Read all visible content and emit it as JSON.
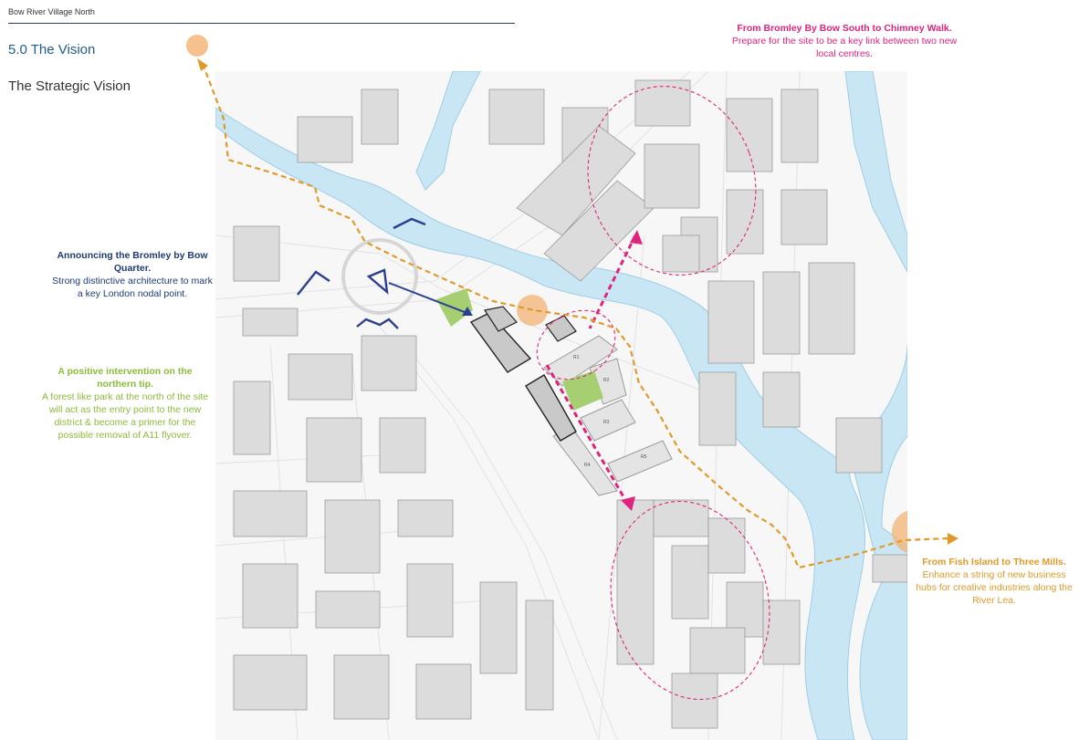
{
  "header": {
    "document_title": "Bow River Village North",
    "section_title": "5.0 The Vision",
    "subtitle": "The Strategic Vision"
  },
  "annotations": {
    "bromley_quarter": {
      "heading": "Announcing the Bromley by Bow Quarter.",
      "body": "Strong distinctive architecture to mark a key London nodal point."
    },
    "northern_tip": {
      "heading": "A positive intervention on the northern tip.",
      "body": "A forest like park at the north of the site will act as the entry point to the new district & become a primer for the possible removal of A11 flyover."
    },
    "chimney_walk": {
      "heading": "From Bromley By Bow South to Chimney Walk.",
      "body": "Prepare for the site to be a key link between two new local centres."
    },
    "three_mills": {
      "heading": "From Fish Island to Three Mills.",
      "body": "Enhance a string of new business hubs for creative industries along the River Lea."
    }
  },
  "map_labels": {
    "plots": [
      "R1",
      "R2",
      "R3",
      "R4",
      "R5"
    ]
  },
  "colors": {
    "river": "#c9e6f5",
    "building": "#dcdcdc",
    "building_stroke": "#9a9a9a",
    "park": "#a6cf72",
    "blue_accent": "#2a3f8f",
    "pink_accent": "#e0237d",
    "orange_accent": "#e19a2a",
    "site_block": "#c9c9c9"
  }
}
